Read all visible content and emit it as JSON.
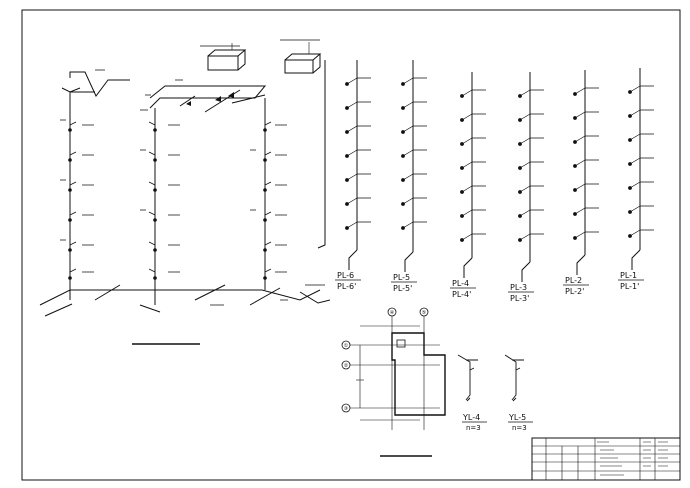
{
  "riser_labels": [
    {
      "top": "PL-6",
      "bottom": "PL-6'"
    },
    {
      "top": "PL-5",
      "bottom": "PL-5'"
    },
    {
      "top": "PL-4",
      "bottom": "PL-4'"
    },
    {
      "top": "PL-3",
      "bottom": "PL-3'"
    },
    {
      "top": "PL-2",
      "bottom": "PL-2'"
    },
    {
      "top": "PL-1",
      "bottom": "PL-1'"
    }
  ],
  "yl_labels": [
    {
      "top": "YL-4",
      "bottom": "n=3"
    },
    {
      "top": "YL-5",
      "bottom": "n=3"
    }
  ],
  "plan_axes": {
    "rows": [
      "①",
      "②",
      "③"
    ],
    "cols": [
      "④",
      "⑤"
    ]
  },
  "colors": {
    "line": "#111111",
    "paper": "#ffffff"
  },
  "icons": [
    "water-tank-icon",
    "valve-icon",
    "floor-drain-icon"
  ]
}
